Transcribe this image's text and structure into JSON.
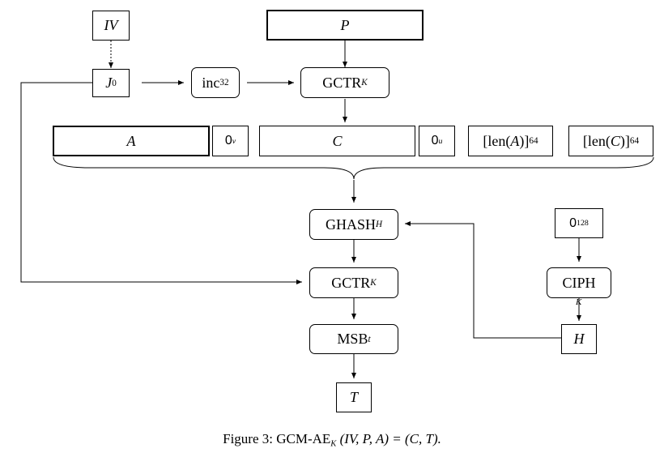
{
  "nodes": {
    "iv": {
      "text": "IV"
    },
    "p": {
      "text": "P"
    },
    "j0": {
      "main": "J",
      "sub": "0"
    },
    "inc32": {
      "main": "inc",
      "sub": "32"
    },
    "gctr_top": {
      "main": "GCTR",
      "sub": "K"
    },
    "a": {
      "text": "A"
    },
    "zero_v": {
      "main": "0",
      "sup": "v"
    },
    "c": {
      "text": "C"
    },
    "zero_u": {
      "main": "0",
      "sup": "u"
    },
    "len_a": {
      "pre": "[len(",
      "var": "A",
      "post": ")]",
      "sub": "64"
    },
    "len_c": {
      "pre": "[len(",
      "var": "C",
      "post": ")]",
      "sub": "64"
    },
    "ghash": {
      "main": "GHASH",
      "sub": "H"
    },
    "zero_128": {
      "main": "0",
      "sup": "128"
    },
    "gctr_bottom": {
      "main": "GCTR",
      "sub": "K"
    },
    "ciph": {
      "text": "CIPH"
    },
    "ciph_key": {
      "text": "K"
    },
    "msb": {
      "main": "MSB",
      "sub": "t"
    },
    "h": {
      "text": "H"
    },
    "t": {
      "text": "T"
    }
  },
  "caption": {
    "prefix": "Figure 3:  GCM-AE",
    "sub": "K",
    "args": " (IV, P, A) = (C, T)."
  }
}
